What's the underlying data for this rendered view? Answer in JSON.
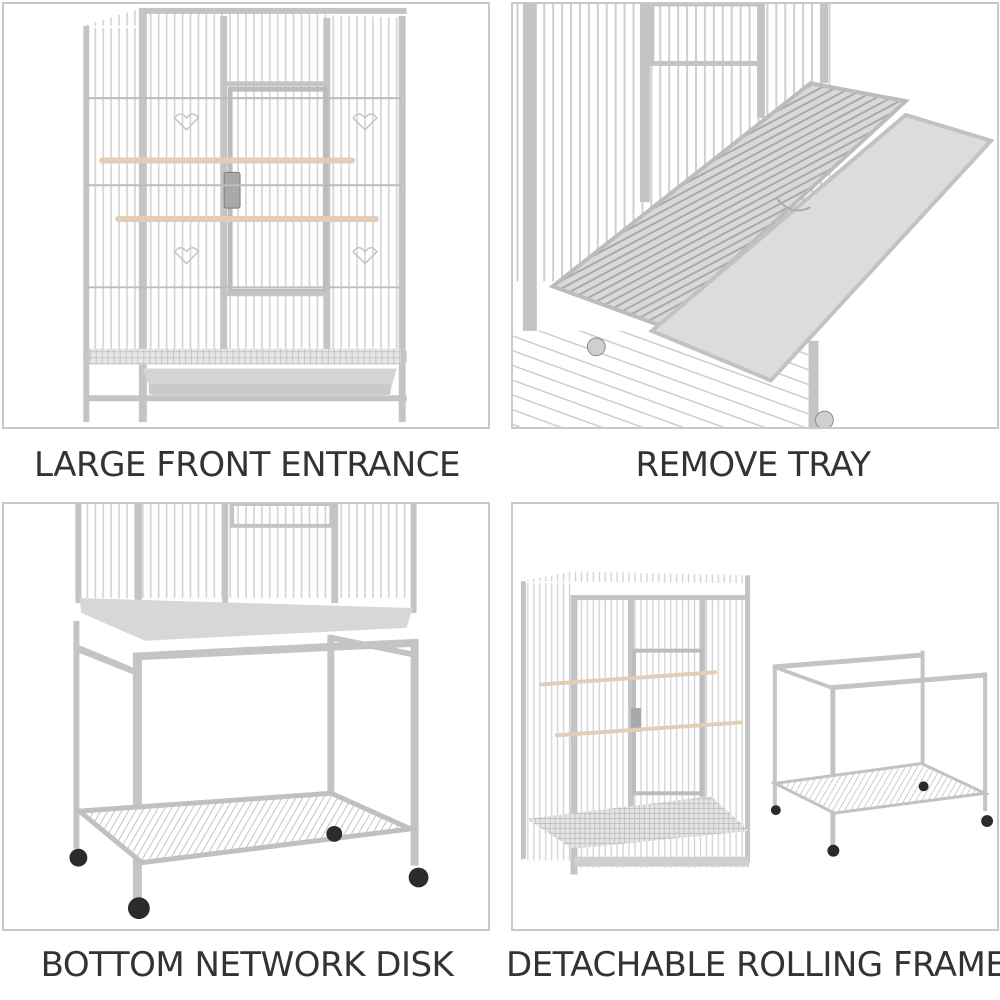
{
  "colors": {
    "background": "#ffffff",
    "panel_border": "#c9c9c9",
    "frame": "#c4c4c4",
    "bars": "#d2d2d2",
    "perch": "#e3cdb6",
    "tray": "#d9d9d9",
    "wheel": "#2b2b2b",
    "caption_text": "#333333"
  },
  "panels": [
    {
      "id": "large-front-entrance",
      "caption": "LARGE FRONT ENTRANCE",
      "image": "bird-cage-front-door-view"
    },
    {
      "id": "remove-tray",
      "caption": "REMOVE TRAY",
      "image": "cage-pull-out-tray-closeup"
    },
    {
      "id": "bottom-network-disk",
      "caption": "BOTTOM NETWORK DISK",
      "image": "rolling-stand-with-wire-shelf"
    },
    {
      "id": "detachable-rolling-frame",
      "caption": "DETACHABLE ROLLING FRAME",
      "image": "cage-and-stand-separated"
    }
  ]
}
